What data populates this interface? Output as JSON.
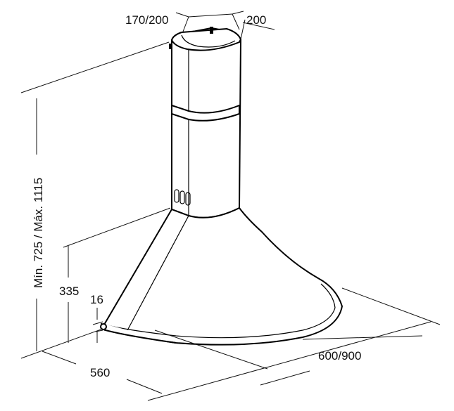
{
  "dimensions": {
    "chimney_depth": "170/200",
    "chimney_width": "200",
    "height_range": "Mín. 725 / Máx. 1115",
    "canopy_height": "335",
    "rim_thickness": "16",
    "depth": "560",
    "width": "600/900"
  },
  "colors": {
    "line": "#000000",
    "background": "#ffffff"
  }
}
